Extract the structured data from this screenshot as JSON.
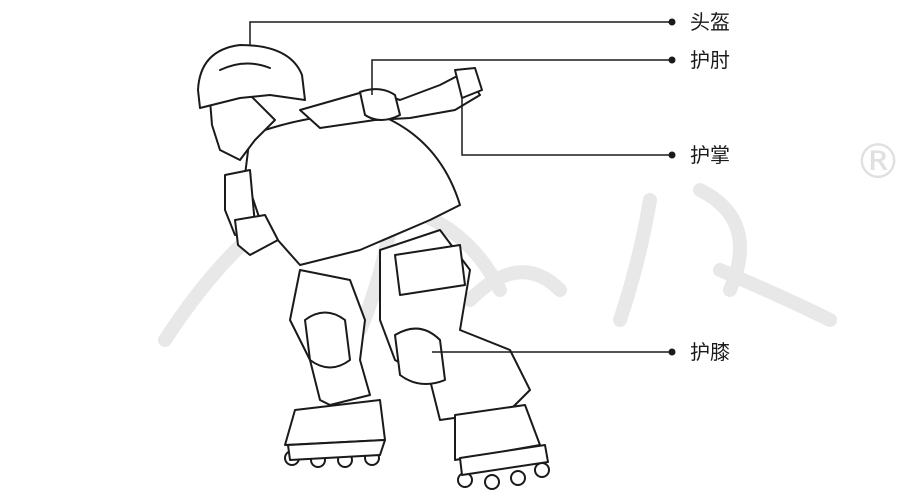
{
  "labels": {
    "helmet": "头盔",
    "elbow_pad": "护肘",
    "wrist_guard": "护掌",
    "knee_pad": "护膝"
  },
  "colors": {
    "line": "#1a1a1a",
    "watermark": "#e8e8e8"
  },
  "watermark_symbol": "®"
}
